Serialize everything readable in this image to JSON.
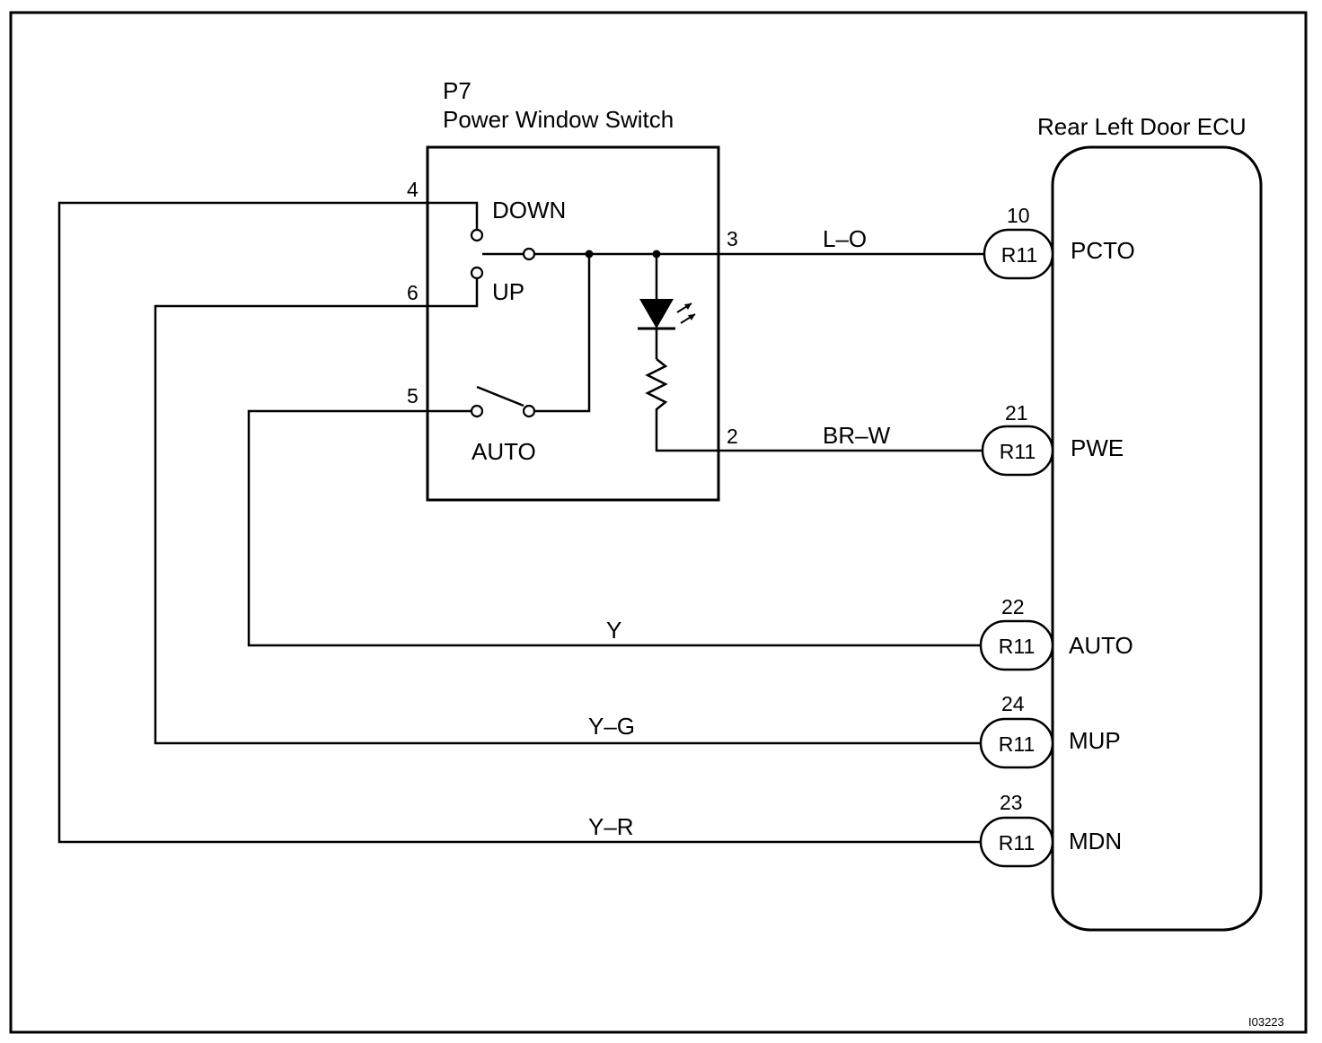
{
  "switch": {
    "id": "P7",
    "name": "Power Window Switch",
    "pins": {
      "down": "4",
      "up": "6",
      "auto": "5",
      "out": "3",
      "led": "2"
    },
    "contacts": {
      "down": "DOWN",
      "up": "UP",
      "auto": "AUTO"
    }
  },
  "ecu": {
    "title": "Rear Left Door ECU",
    "connector": "R11",
    "terminals": [
      {
        "pin": "10",
        "name": "PCTO",
        "wire": "L–O"
      },
      {
        "pin": "21",
        "name": "PWE",
        "wire": "BR–W"
      },
      {
        "pin": "22",
        "name": "AUTO",
        "wire": "Y"
      },
      {
        "pin": "24",
        "name": "MUP",
        "wire": "Y–G"
      },
      {
        "pin": "23",
        "name": "MDN",
        "wire": "Y–R"
      }
    ]
  },
  "figure_code": "I03223"
}
